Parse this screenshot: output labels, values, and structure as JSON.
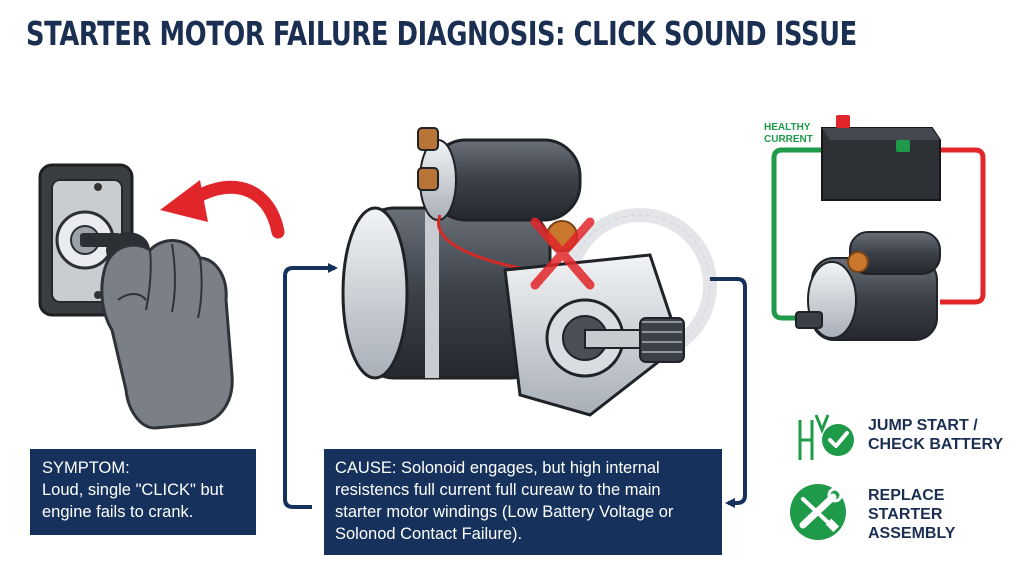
{
  "title": "STARTER MOTOR FAILURE DIAGNOSIS: CLICK SOUND ISSUE",
  "symptom": {
    "label": "SYMPTOM:",
    "text": "Loud, single \"CLICK\" but engine fails to crank."
  },
  "cause": {
    "text": "CAUSE: Solonoid engages, but high internal resistencs full current full cureaw to the main starter motor windings (Low Battery Voltage or Solonod Contact Failure)."
  },
  "battery_diagram": {
    "label": "HEALTHY\nCURRENT"
  },
  "actions": [
    {
      "label": "JUMP START /\nCHECK BATTERY",
      "icon": "jumper-cable-check-icon"
    },
    {
      "label": "REPLACE\nSTARTER\nASSEMBLY",
      "icon": "wrench-screwdriver-icon"
    }
  ],
  "colors": {
    "navy": "#16325c",
    "title": "#1b2f52",
    "red": "#e0262a",
    "green": "#1f9a49"
  }
}
